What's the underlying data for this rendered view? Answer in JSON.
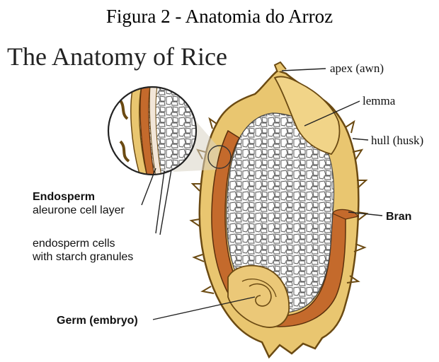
{
  "figure_caption": "Figura 2 - Anatomia do Arroz",
  "diagram": {
    "title": "The Anatomy of Rice",
    "labels": {
      "apex": "apex (awn)",
      "lemma": "lemma",
      "hull": "hull (husk)",
      "bran": "Bran",
      "endosperm": "Endosperm",
      "aleurone": "aleurone cell layer",
      "cells_line1": "endosperm cells",
      "cells_line2": "with starch granules",
      "germ": "Germ (embryo)"
    },
    "colors": {
      "hull": "#e9c670",
      "hull_edge": "#6b4a12",
      "bran": "#c46a2c",
      "endosperm_bg": "#f4f4f4",
      "cell_stroke": "#555555"
    }
  }
}
